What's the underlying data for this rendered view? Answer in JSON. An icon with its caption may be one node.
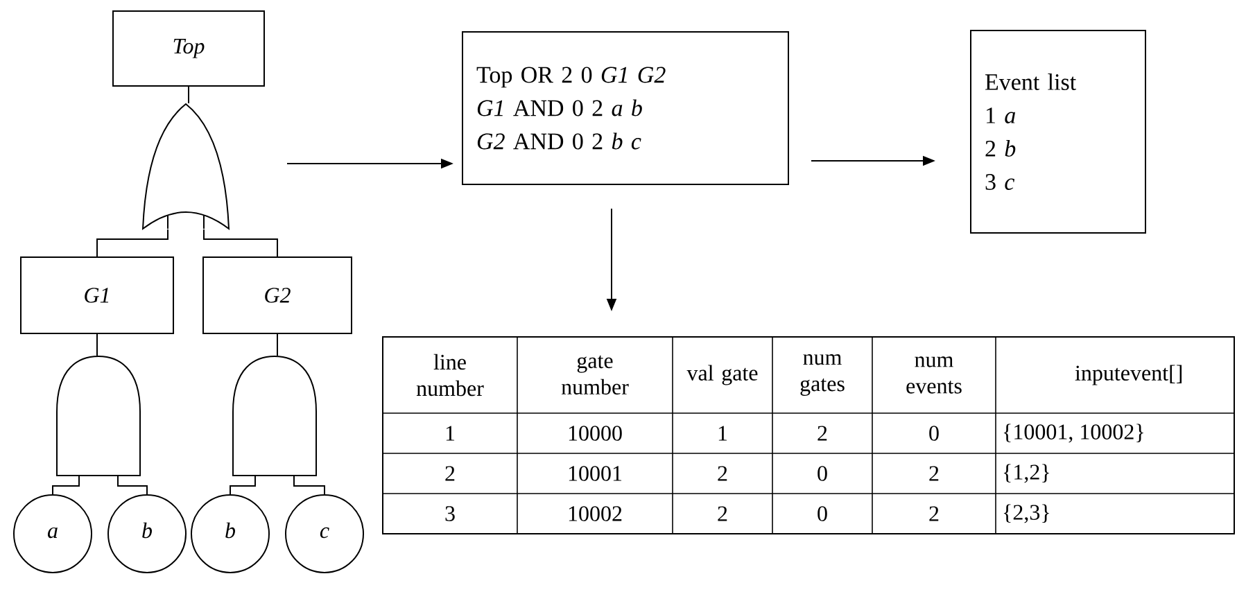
{
  "diagram": {
    "nodes": [
      {
        "text": [
          "Top"
        ]
      },
      {
        "text": [],
        "shape": "gate"
      },
      {
        "text": [
          "G1"
        ]
      },
      {
        "text": [
          "G2"
        ]
      },
      {
        "text": [],
        "shape": "gate"
      },
      {
        "text": [],
        "shape": "gate"
      },
      {
        "text": [
          "a"
        ]
      },
      {
        "text": [
          "b"
        ]
      },
      {
        "text": [
          "b"
        ]
      },
      {
        "text": [
          "c"
        ]
      },
      {
        "text": [
          "Top OR 2 0 *G1* *G2*",
          "*G1* AND 0 2 *a* *b*",
          "*G2* AND 0 2 *b* *c*"
        ]
      },
      {
        "text": [
          "Event list",
          "1 *a*",
          "2 *b*",
          "3 *c*"
        ]
      },
      {
        "text": [
          "line number",
          "gate number",
          "val gate",
          "num gates",
          "num events",
          "inputevent[]",
          "1",
          "10000",
          "1",
          "2",
          "0",
          "{10001, 10002}",
          "2",
          "10001",
          "2",
          "0",
          "2",
          "{1,2}",
          "3",
          "10002",
          "2",
          "0",
          "2",
          "{2,3}"
        ]
      }
    ],
    "edges": [
      {
        "from": 0,
        "to": 1,
        "arrow": "none"
      },
      {
        "from": 1,
        "to": 2,
        "arrow": "none"
      },
      {
        "from": 1,
        "to": 3,
        "arrow": "none"
      },
      {
        "from": 2,
        "to": 4,
        "arrow": "none"
      },
      {
        "from": 3,
        "to": 5,
        "arrow": "none"
      },
      {
        "from": 4,
        "to": 6,
        "arrow": "none"
      },
      {
        "from": 4,
        "to": 7,
        "arrow": "none"
      },
      {
        "from": 5,
        "to": 8,
        "arrow": "none"
      },
      {
        "from": 5,
        "to": 9,
        "arrow": "none"
      },
      {
        "from": null,
        "to": 10,
        "arrow": "to"
      },
      {
        "from": 10,
        "to": 11,
        "arrow": "to"
      },
      {
        "from": 10,
        "to": 12,
        "arrow": "to"
      }
    ]
  }
}
